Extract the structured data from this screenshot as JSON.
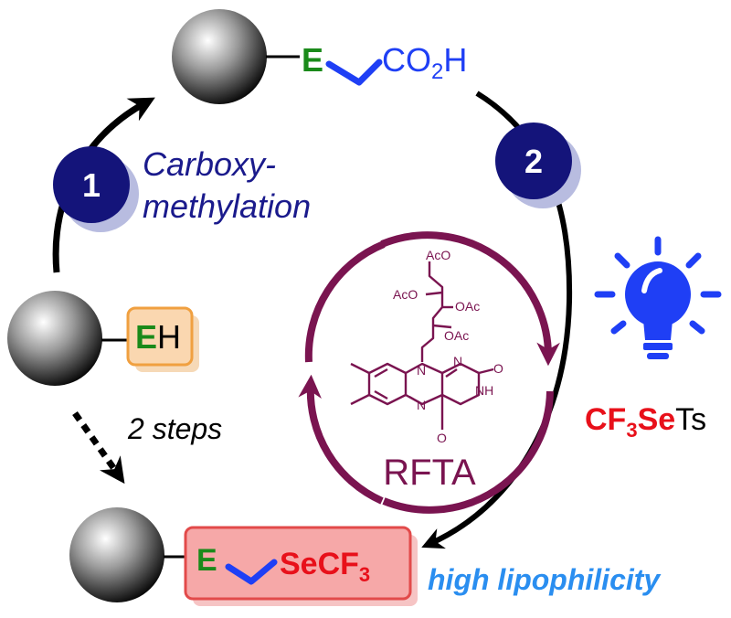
{
  "labels": {
    "functional_group": "E",
    "carboxyl": "CO",
    "carboxyl_sub": "2",
    "carboxyl_tail": "H",
    "hydrogen": "H",
    "se_prefix": "SeCF",
    "se_sub": "3",
    "reagent_cf": "CF",
    "reagent_sub": "3",
    "reagent_se": "Se",
    "reagent_ts": "Ts"
  },
  "steps": [
    {
      "number": "1",
      "line1": "Carboxy-",
      "line2": "methylation"
    },
    {
      "number": "2"
    }
  ],
  "two_steps": "2 steps",
  "catalyst": {
    "name": "RFTA",
    "groups": {
      "aco_top": "AcO",
      "aco_left": "AcO",
      "oac_right": "OAc",
      "oac_low": "OAc",
      "n": "N",
      "o": "O",
      "nh": "NH"
    }
  },
  "result": "high lipophilicity",
  "colors": {
    "step_circle": "#14147a",
    "navy_text": "#1a1a8c",
    "blue": "#1f3ff5",
    "green": "#1a8a1a",
    "red": "#e8101a",
    "light_blue": "#2a8ef0",
    "catalyst": "#7a1450",
    "eh_box_fill": "#fad7b0",
    "eh_box_stroke": "#f0a040",
    "product_box_fill": "#f6a8a8",
    "product_box_stroke": "#e24a4a"
  }
}
